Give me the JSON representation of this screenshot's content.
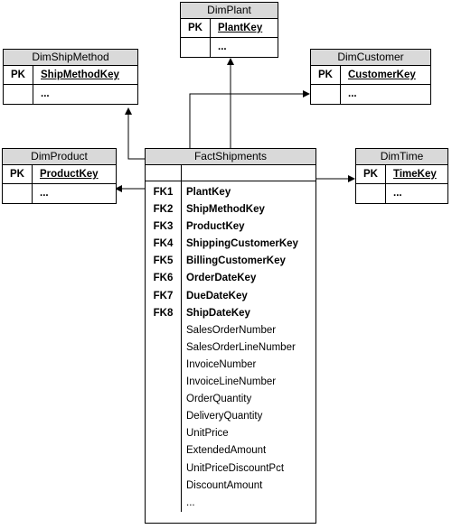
{
  "dimensions": {
    "plant": {
      "title": "DimPlant",
      "pk_label": "PK",
      "pk_field": "PlantKey",
      "more": "..."
    },
    "shipmethod": {
      "title": "DimShipMethod",
      "pk_label": "PK",
      "pk_field": "ShipMethodKey",
      "more": "..."
    },
    "customer": {
      "title": "DimCustomer",
      "pk_label": "PK",
      "pk_field": "CustomerKey",
      "more": "..."
    },
    "product": {
      "title": "DimProduct",
      "pk_label": "PK",
      "pk_field": "ProductKey",
      "more": "..."
    },
    "time": {
      "title": "DimTime",
      "pk_label": "PK",
      "pk_field": "TimeKey",
      "more": "..."
    }
  },
  "fact": {
    "title": "FactShipments",
    "rows": [
      {
        "fk": "FK1",
        "name": "PlantKey"
      },
      {
        "fk": "FK2",
        "name": "ShipMethodKey"
      },
      {
        "fk": "FK3",
        "name": "ProductKey"
      },
      {
        "fk": "FK4",
        "name": "ShippingCustomerKey"
      },
      {
        "fk": "FK5",
        "name": "BillingCustomerKey"
      },
      {
        "fk": "FK6",
        "name": "OrderDateKey"
      },
      {
        "fk": "FK7",
        "name": "DueDateKey"
      },
      {
        "fk": "FK8",
        "name": "ShipDateKey"
      },
      {
        "fk": "",
        "name": "SalesOrderNumber"
      },
      {
        "fk": "",
        "name": "SalesOrderLineNumber"
      },
      {
        "fk": "",
        "name": "InvoiceNumber"
      },
      {
        "fk": "",
        "name": "InvoiceLineNumber"
      },
      {
        "fk": "",
        "name": "OrderQuantity"
      },
      {
        "fk": "",
        "name": "DeliveryQuantity"
      },
      {
        "fk": "",
        "name": "UnitPrice"
      },
      {
        "fk": "",
        "name": "ExtendedAmount"
      },
      {
        "fk": "",
        "name": "UnitPriceDiscountPct"
      },
      {
        "fk": "",
        "name": "DiscountAmount"
      },
      {
        "fk": "",
        "name": "..."
      }
    ]
  }
}
